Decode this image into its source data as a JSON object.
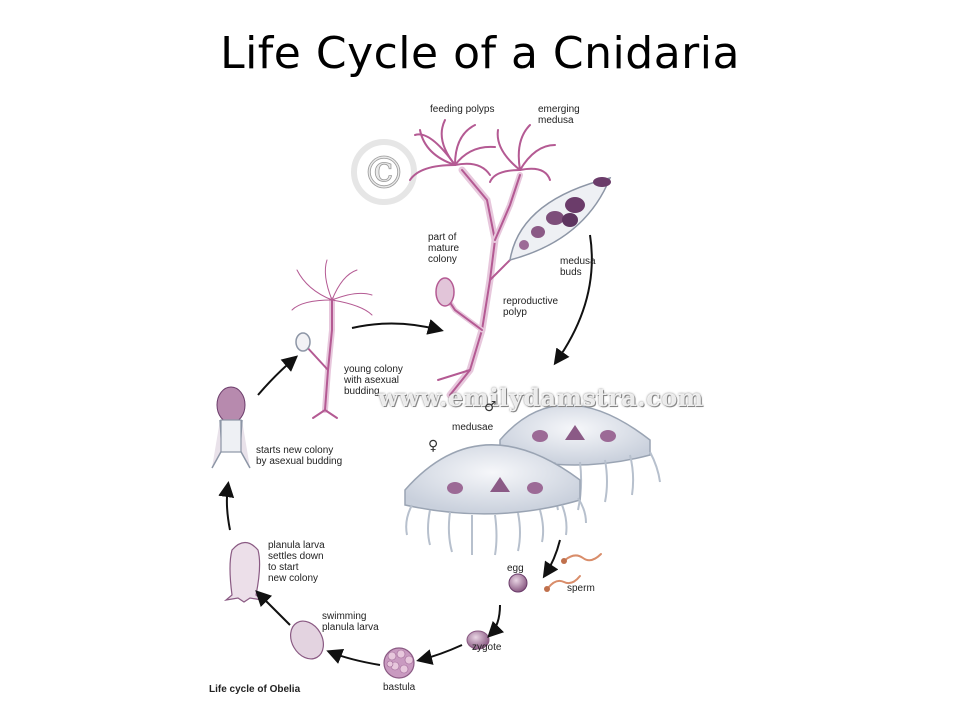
{
  "title": "Life Cycle of a Cnidaria",
  "caption": "Life cycle of Obelia",
  "watermark": "www.emilydamstra.com",
  "copyright_symbol": "©",
  "colors": {
    "tissue": "#b45a93",
    "tissue_light": "#e7c7dc",
    "medusa_body": "#dfe4ec",
    "medusa_outline": "#9aa4b3",
    "arrow": "#111111"
  },
  "labels": {
    "feeding_polyps": "feeding polyps",
    "emerging_medusa": "emerging\nmedusa",
    "part_of_colony": "part of\nmature\ncolony",
    "medusa_buds": "medusa\nbuds",
    "reproductive_polyp": "reproductive\npolyp",
    "young_colony": "young colony\nwith asexual\nbudding",
    "medusae": "medusae",
    "male_symbol": "♂",
    "female_symbol": "♀",
    "starts_new_colony": "starts new colony\nby asexual budding",
    "egg": "egg",
    "sperm": "sperm",
    "planula_settles": "planula larva\nsettles down\nto start\nnew colony",
    "swimming_planula": "swimming\nplanula larva",
    "zygote": "zygote",
    "blastula": "bastula"
  }
}
